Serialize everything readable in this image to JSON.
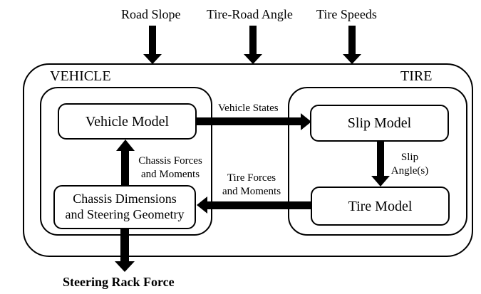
{
  "inputs": {
    "road_slope": "Road Slope",
    "tire_road_angle": "Tire-Road Angle",
    "tire_speeds": "Tire Speeds"
  },
  "groups": {
    "vehicle": "VEHICLE",
    "tire": "TIRE"
  },
  "nodes": {
    "vehicle_model": "Vehicle Model",
    "chassis_line1": "Chassis Dimensions",
    "chassis_line2": "and Steering Geometry",
    "slip_model": "Slip Model",
    "tire_model": "Tire Model"
  },
  "edges": {
    "vehicle_states": "Vehicle States",
    "chassis_forces_line1": "Chassis Forces",
    "chassis_forces_line2": "and Moments",
    "slip_angle_line1": "Slip",
    "slip_angle_line2": "Angle(s)",
    "tire_forces_line1": "Tire Forces",
    "tire_forces_line2": "and Moments"
  },
  "output": {
    "steering_rack_force": "Steering Rack Force"
  }
}
